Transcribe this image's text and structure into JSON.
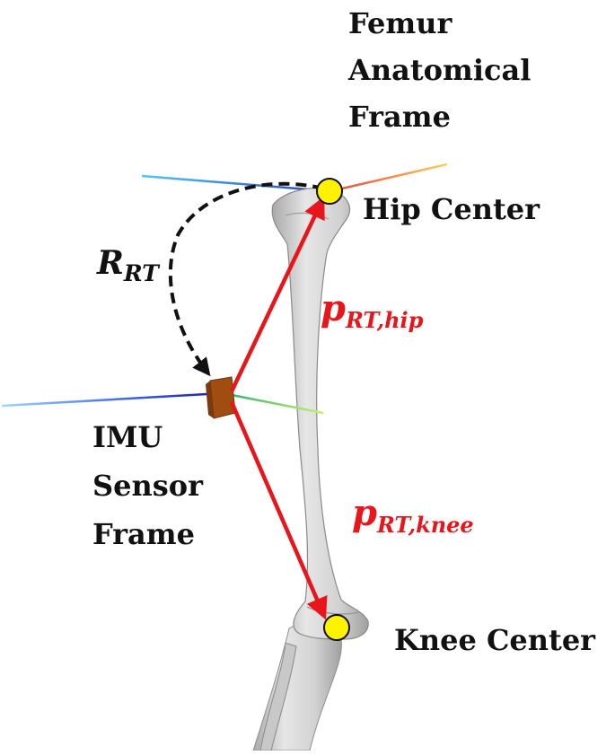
{
  "labels": {
    "femur_frame": [
      "Femur",
      "Anatomical",
      "Frame"
    ],
    "hip_center": "Hip Center",
    "knee_center": "Knee Center",
    "imu_frame": [
      "IMU",
      "Sensor",
      "Frame"
    ]
  },
  "math": {
    "rotation": {
      "main": "R",
      "sub": "RT"
    },
    "p_hip": {
      "main": "p",
      "sub": "RT,hip"
    },
    "p_knee": {
      "main": "p",
      "sub": "RT,knee"
    }
  },
  "colors": {
    "vector": "#e8151b",
    "landmark": "#fff200",
    "sensor": "#a14d12",
    "bone": "#dcdcdc",
    "rotation_arrow": "#111111"
  }
}
